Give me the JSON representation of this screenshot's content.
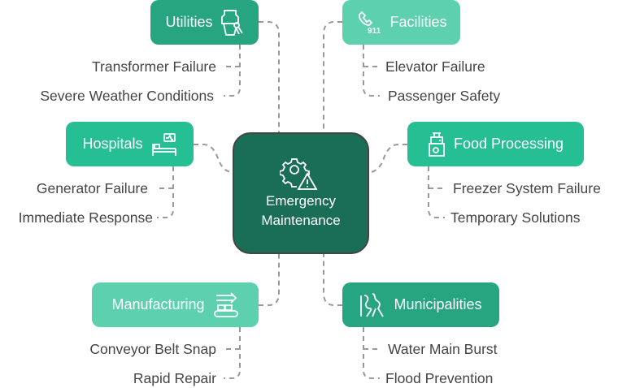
{
  "center": {
    "line1": "Emergency",
    "line2": "Maintenance",
    "icon": "gear-warning-icon"
  },
  "branches": [
    {
      "label": "Utilities",
      "icon": "utility-worker-icon",
      "color": "#26a580",
      "items": [
        "Transformer Failure",
        "Severe Weather Conditions"
      ]
    },
    {
      "label": "Facilities",
      "icon": "phone-911-icon",
      "color": "#5dd0ae",
      "items": [
        "Elevator Failure",
        "Passenger Safety"
      ]
    },
    {
      "label": "Hospitals",
      "icon": "hospital-bed-icon",
      "color": "#26be93",
      "items": [
        "Generator Failure",
        "Immediate Response"
      ]
    },
    {
      "label": "Food Processing",
      "icon": "food-processor-icon",
      "color": "#26be93",
      "items": [
        "Freezer System Failure",
        "Temporary Solutions"
      ]
    },
    {
      "label": "Manufacturing",
      "icon": "conveyor-belt-icon",
      "color": "#5dd0ae",
      "items": [
        "Conveyor Belt Snap",
        "Rapid Repair"
      ]
    },
    {
      "label": "Municipalities",
      "icon": "pipes-icon",
      "color": "#26a580",
      "items": [
        "Water Main Burst",
        "Flood Prevention"
      ]
    }
  ]
}
